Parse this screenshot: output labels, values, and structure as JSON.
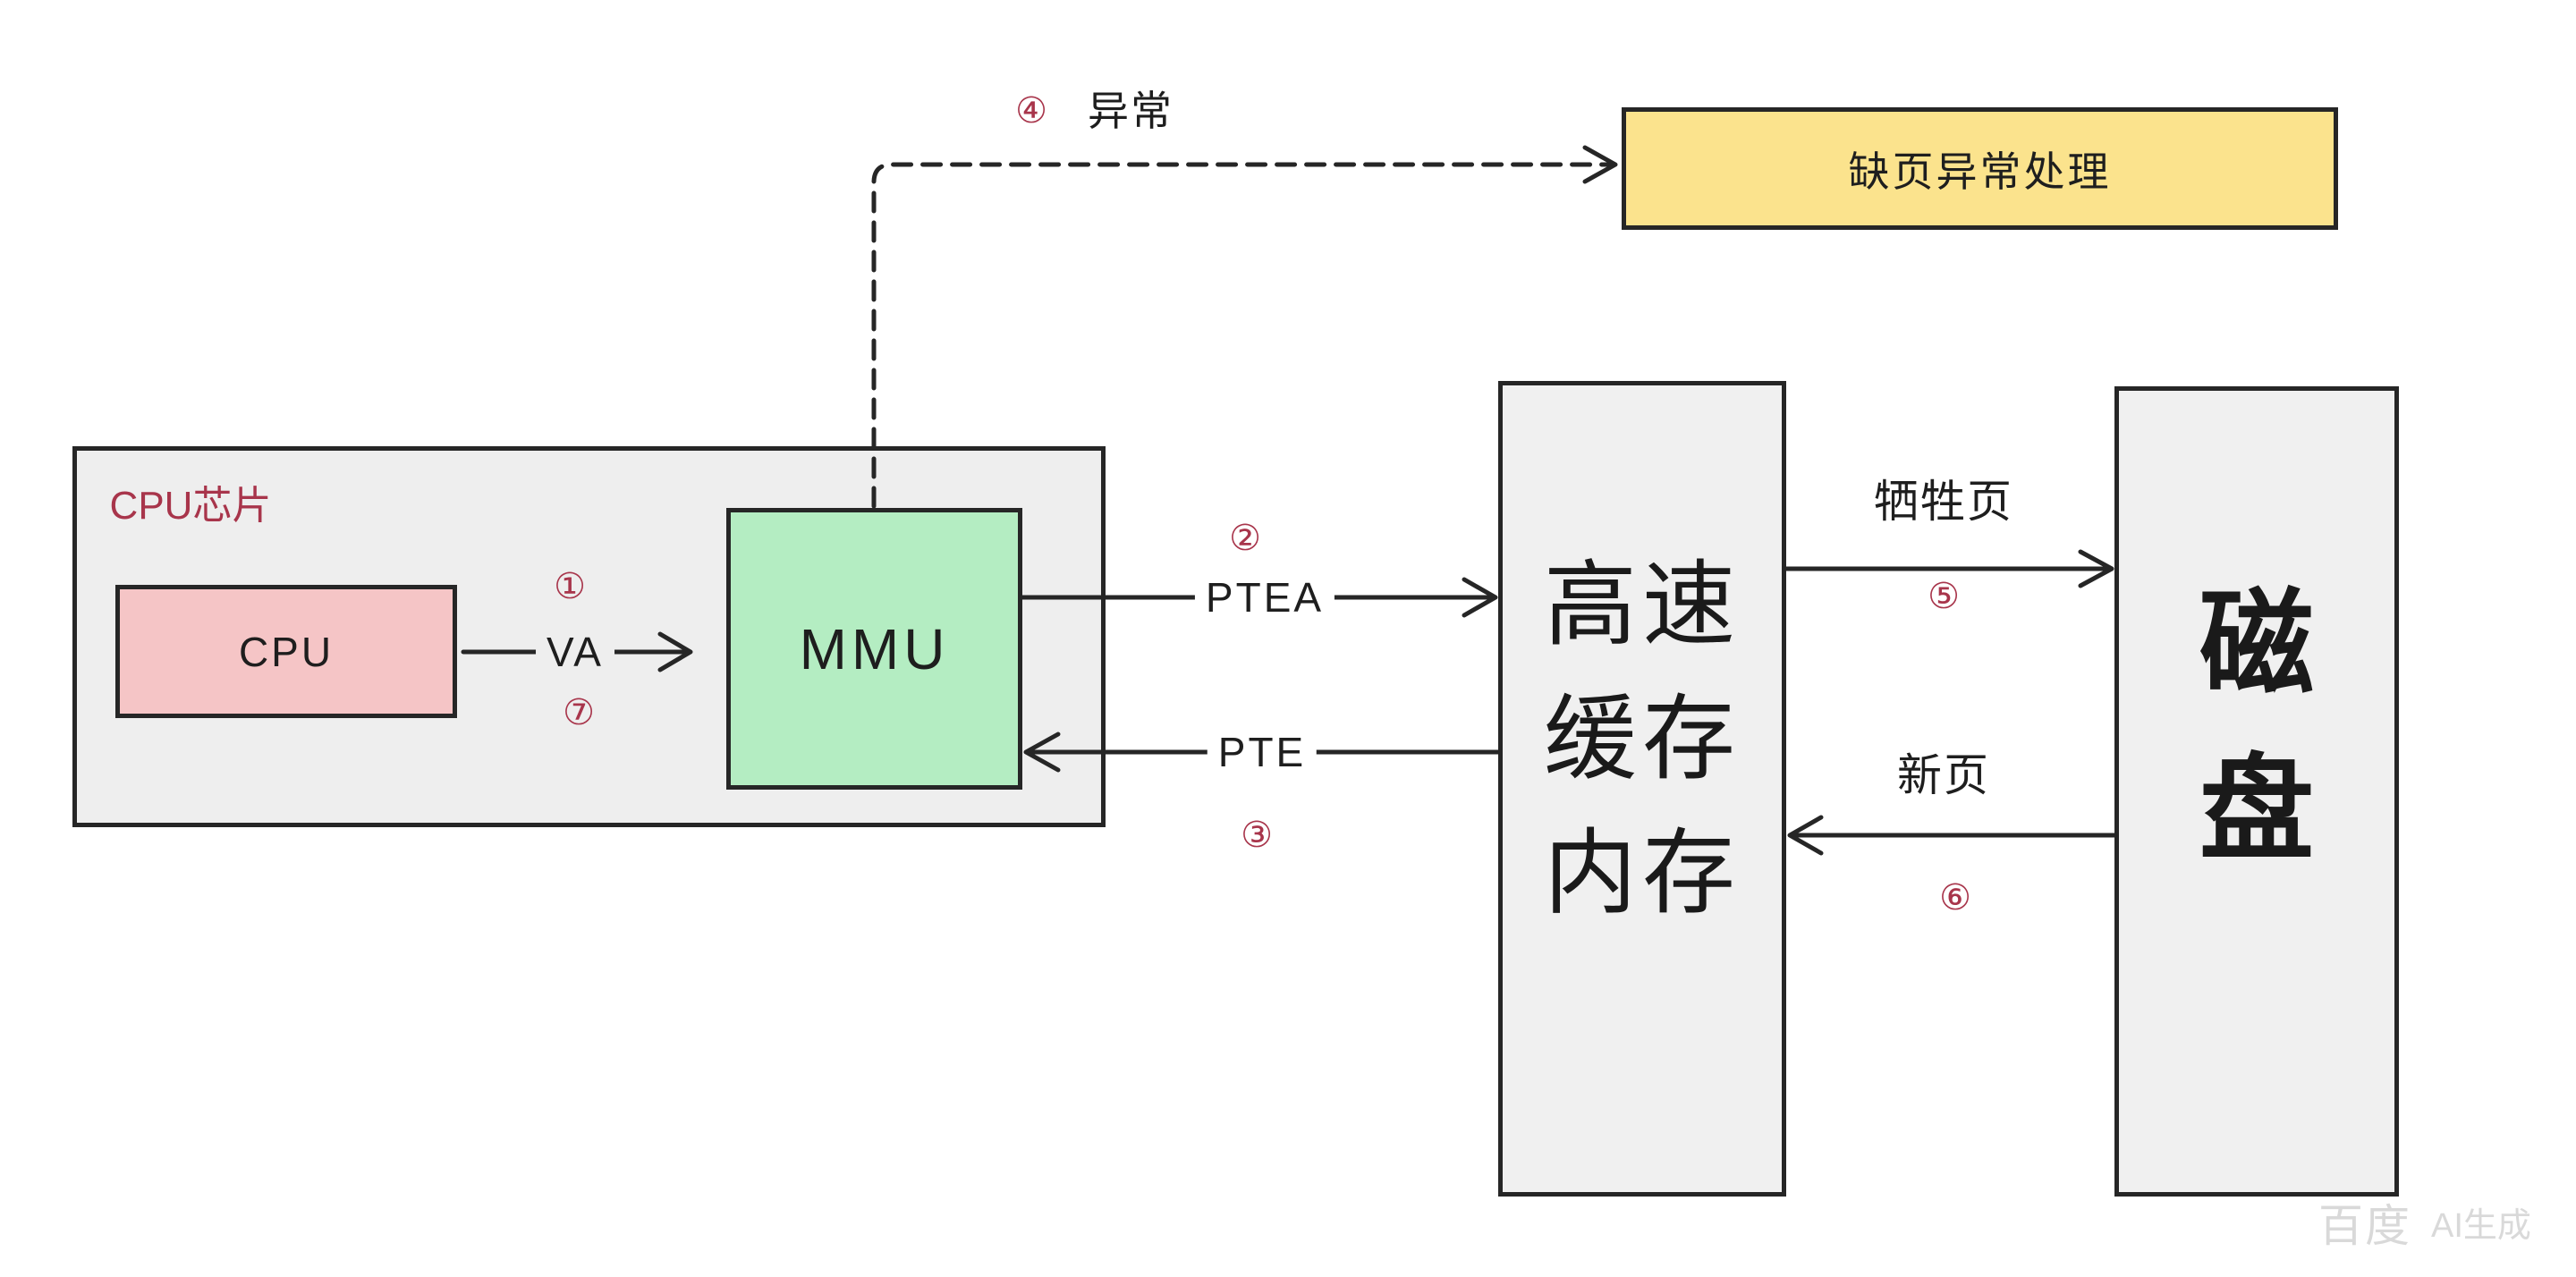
{
  "colors": {
    "page_bg": "#ffffff",
    "stroke": "#262626",
    "chip_fill": "#eeeeee",
    "cpu_fill": "#f5c5c6",
    "mmu_fill": "#b4edc2",
    "handler_fill": "#fbe38d",
    "memory_fill": "#f0f0f0",
    "disk_fill": "#f0f0f0",
    "step_red": "#a8354b",
    "watermark": "#d9d9d9"
  },
  "cpu_chip": {
    "label": "CPU芯片"
  },
  "cpu": {
    "label": "CPU"
  },
  "mmu": {
    "label": "MMU"
  },
  "page_fault_handler": {
    "label": "缺页异常处理"
  },
  "cache_memory": {
    "label_lines": [
      "高速",
      "缓存",
      "内存"
    ]
  },
  "disk": {
    "label_lines": [
      "磁",
      "盘"
    ]
  },
  "edges": {
    "va": {
      "label": "VA",
      "steps": [
        "①",
        "⑦"
      ]
    },
    "exception": {
      "label": "异常",
      "step": "④"
    },
    "ptea": {
      "label": "PTEA",
      "step": "②"
    },
    "pte": {
      "label": "PTE",
      "step": "③"
    },
    "victim_page": {
      "label": "牺牲页",
      "step": "⑤"
    },
    "new_page": {
      "label": "新页",
      "step": "⑥"
    }
  },
  "watermark": {
    "brand": "百度",
    "tag": "AI生成"
  }
}
